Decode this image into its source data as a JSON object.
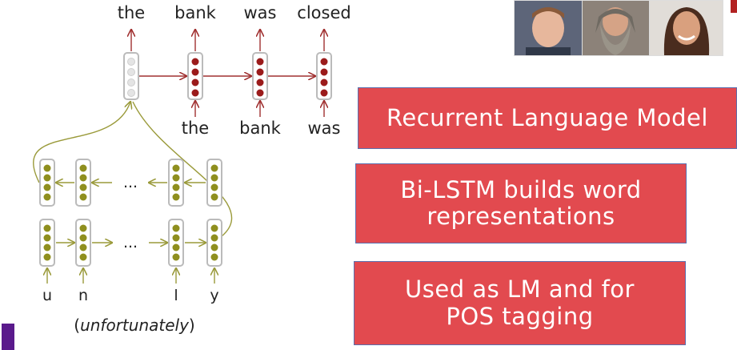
{
  "diagram": {
    "top_words": [
      "the",
      "bank",
      "was",
      "closed"
    ],
    "bottom_words": [
      "the",
      "bank",
      "was"
    ],
    "char_ellipsis": "...",
    "char_letters": [
      "u",
      "n",
      "l",
      "y"
    ],
    "caption_open": "(",
    "caption_word": "unfortunately",
    "caption_close": ")"
  },
  "colors": {
    "rnn_dot": "#9b1b1b",
    "rnn_arrow": "#a03030",
    "char_dot": "#8f8f1e",
    "char_arrow": "#9a9a3a",
    "box_fill": "#e24a4f",
    "box_text": "#ffffff"
  },
  "callouts": {
    "box1": "Recurrent Language Model",
    "box2_line1": "Bi-LSTM builds word",
    "box2_line2": "representations",
    "box3_line1": "Used as LM and for",
    "box3_line2": "POS tagging"
  },
  "participants": [
    {
      "icon": "person-photo-icon"
    },
    {
      "icon": "person-photo-icon"
    },
    {
      "icon": "person-photo-icon"
    }
  ]
}
